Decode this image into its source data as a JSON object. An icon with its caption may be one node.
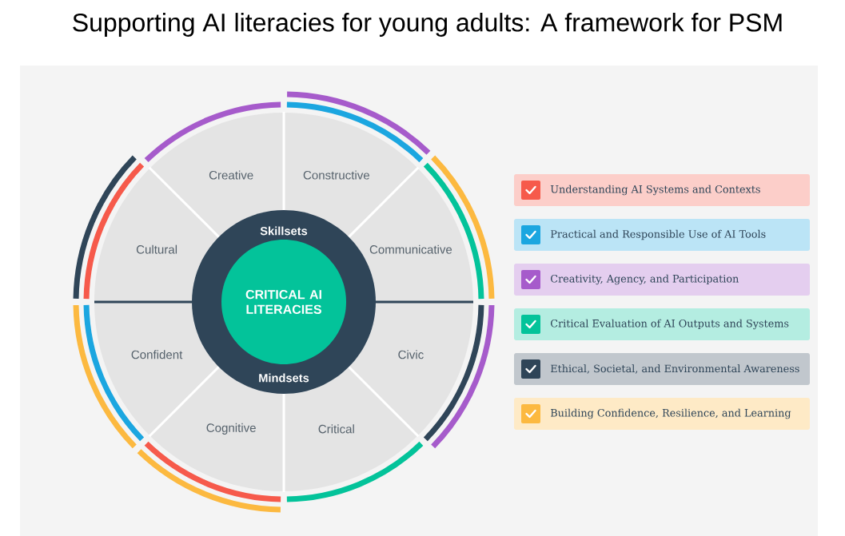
{
  "diagram": {
    "title": "Supporting AI literacies for young adults: A framework for PSM",
    "nodes": [
      {
        "text": [
          "Skillsets",
          "Mindsets"
        ]
      },
      {
        "text": [
          "CRITICAL AI LITERACIES"
        ],
        "in": 0
      },
      {
        "text": [
          "Creative"
        ]
      },
      {
        "text": [
          "Constructive"
        ]
      },
      {
        "text": [
          "Cultural"
        ]
      },
      {
        "text": [
          "Communicative"
        ]
      },
      {
        "text": [
          "Confident"
        ]
      },
      {
        "text": [
          "Civic"
        ]
      },
      {
        "text": [
          "Cognitive"
        ]
      },
      {
        "text": [
          "Critical"
        ]
      }
    ],
    "legend": [
      {
        "text": "Understanding AI Systems and Contexts",
        "color": "#f65a4b"
      },
      {
        "text": "Practical and Responsible Use of AI Tools",
        "color": "#1ba6e0"
      },
      {
        "text": "Creativity, Agency, and Participation",
        "color": "#a65bcb"
      },
      {
        "text": "Critical Evaluation of AI Outputs and Systems",
        "color": "#03c39a"
      },
      {
        "text": "Ethical, Societal, and Environmental Awareness",
        "color": "#2f4558"
      },
      {
        "text": "Building Confidence, Resilience, and Learning",
        "color": "#fcb940"
      }
    ]
  }
}
